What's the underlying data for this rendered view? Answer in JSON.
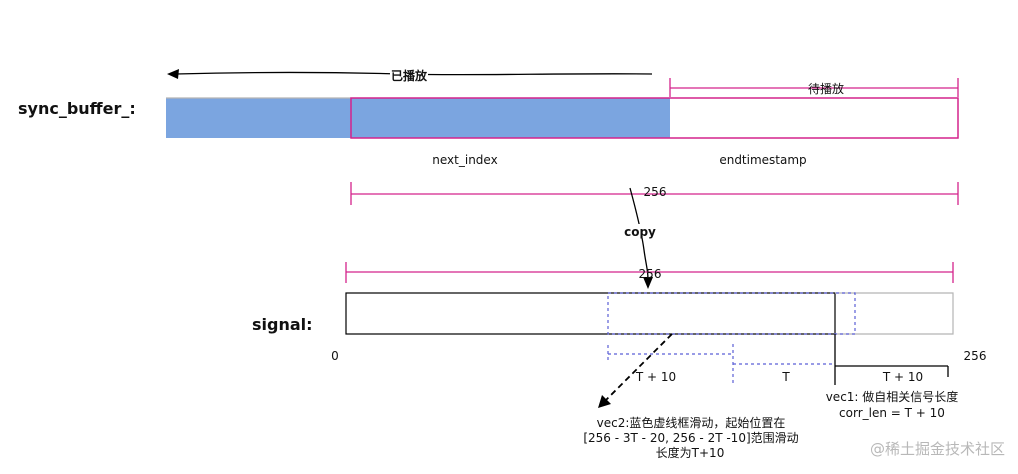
{
  "top_arrow": {
    "label": "已播放"
  },
  "pending_bracket": {
    "label": "待播放"
  },
  "sync_buffer": {
    "label": "sync_buffer_:",
    "next_index_label": "next_index",
    "endtimestamp_label": "endtimestamp",
    "length_label": "256"
  },
  "copy_arrow": {
    "label": "copy"
  },
  "signal": {
    "label": "signal:",
    "length_label": "256",
    "start_label": "0",
    "end_label": "256"
  },
  "vec2": {
    "width_label": "T + 10",
    "gap_label": "T",
    "description": [
      "vec2:蓝色虚线框滑动，起始位置在",
      "[256 - 3T - 20, 256 - 2T -10]范围滑动",
      "长度为T+10"
    ]
  },
  "vec1": {
    "width_label": "T + 10",
    "description": [
      "vec1: 做自相关信号长度",
      "corr_len = T + 10"
    ]
  },
  "watermark": "@稀土掘金技术社区",
  "colors": {
    "played_fill": "#7ba5e0",
    "buffer_border": "#d4238c",
    "vec2_dash": "#5b5fd6",
    "signal_border": "#000000",
    "signal_tail_border": "#b5b5b5"
  }
}
